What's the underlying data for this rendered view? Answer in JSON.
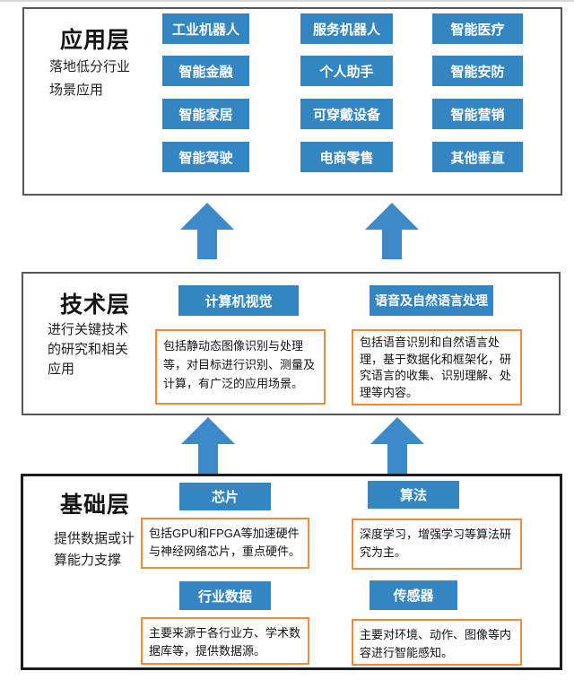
{
  "colors": {
    "box_blue": "#3486c3",
    "arrow_blue": "#3d8acb",
    "orange_border": "#ee8b3e",
    "section_border": "#57585c",
    "section_border_thick": "#1d1d1d",
    "text_dark": "#141414",
    "box_text": "#ffffff"
  },
  "icons": {
    "up_arrow": "filled upward block arrow"
  },
  "layers": {
    "application": {
      "title": "应用层",
      "subtitle_lines": [
        "落地低分行业",
        "场景应用"
      ],
      "items": [
        [
          "工业机器人",
          "服务机器人",
          "智能医疗"
        ],
        [
          "智能金融",
          "个人助手",
          "智能安防"
        ],
        [
          "智能家居",
          "可穿戴设备",
          "智能营销"
        ],
        [
          "智能驾驶",
          "电商零售",
          "其他垂直"
        ]
      ]
    },
    "technology": {
      "title": "技术层",
      "subtitle_lines": [
        "进行关键技术",
        "的研究和相关",
        "应用"
      ],
      "groups": [
        {
          "label": "计算机视觉",
          "desc_lines": [
            "包括静动态图像识别与处理",
            "等，对目标进行识别、测量及",
            "计算，有广泛的应用场景。"
          ]
        },
        {
          "label": "语音及自然语言处理",
          "desc_lines": [
            "包括语音识别和自然语言处",
            "理，基于数据化和框架化，研",
            "究语言的收集、识别理解、处",
            "理等内容。"
          ]
        }
      ]
    },
    "foundation": {
      "title": "基础层",
      "subtitle_lines": [
        "提供数据或计",
        "算能力支撑"
      ],
      "groups": [
        {
          "label": "芯片",
          "desc_lines": [
            "包括GPU和FPGA等加速硬件",
            "与神经网络芯片，重点硬件。"
          ]
        },
        {
          "label": "算法",
          "desc_lines": [
            "深度学习，增强学习等算法研",
            "究为主。"
          ]
        },
        {
          "label": "行业数据",
          "desc_lines": [
            "主要来源于各行业方、学术数",
            "据库等，提供数据源。"
          ]
        },
        {
          "label": "传感器",
          "desc_lines": [
            "主要对环境、动作、图像等内",
            "容进行智能感知。"
          ]
        }
      ]
    }
  }
}
